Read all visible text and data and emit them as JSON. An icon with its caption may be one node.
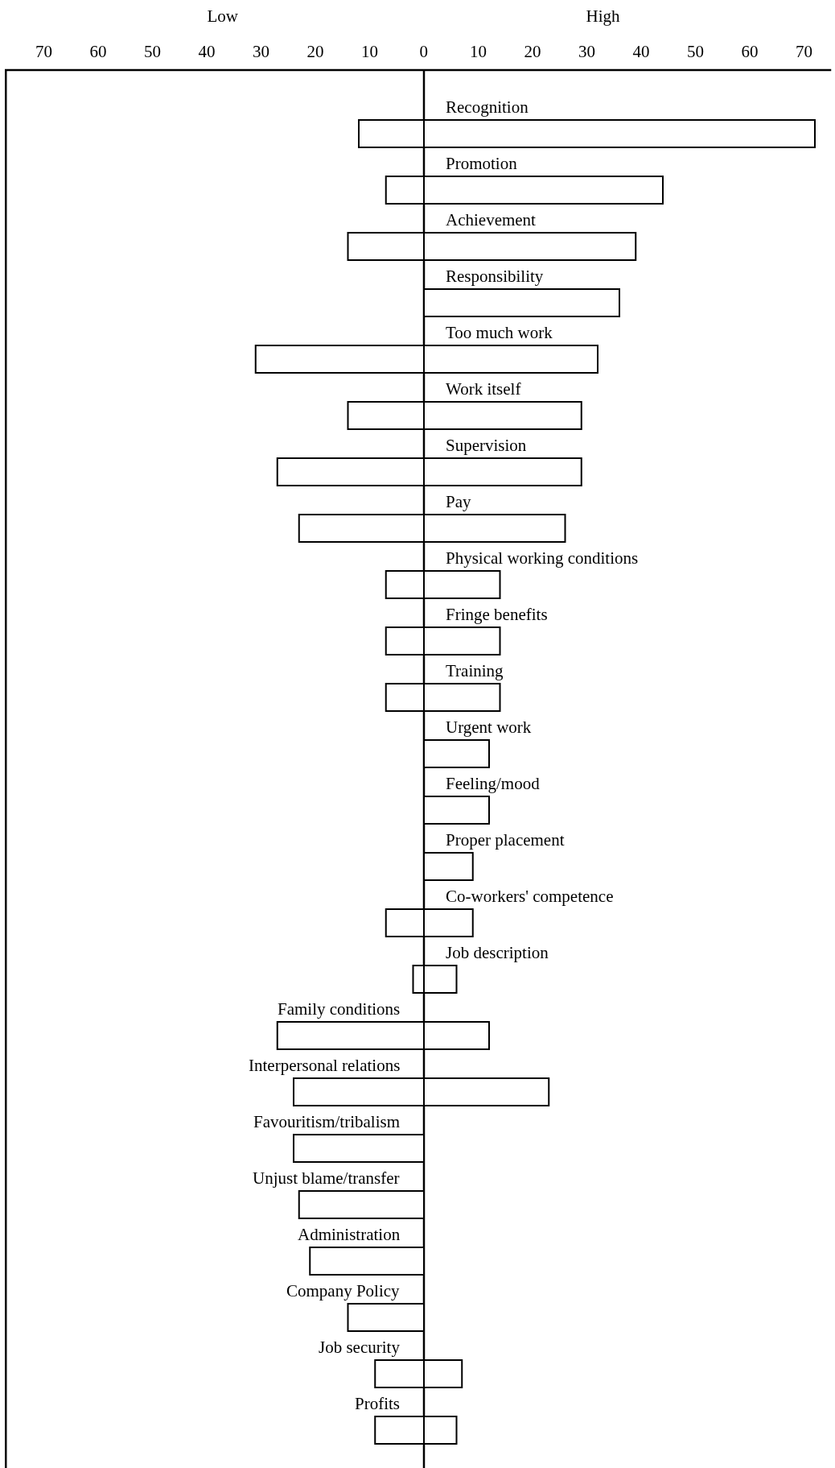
{
  "diagram": {
    "labels": [
      "Low",
      "High"
    ],
    "chart_data": {
      "type": "bar",
      "orientation": "horizontal",
      "categories": [
        "Recognition",
        "Promotion",
        "Achievement",
        "Responsibility",
        "Too much work",
        "Work itself",
        "Supervision",
        "Pay",
        "Physical working conditions",
        "Fringe benefits",
        "Training",
        "Urgent work",
        "Feeling/mood",
        "Proper placement",
        "Co-workers' competence",
        "Job description",
        "Family conditions",
        "Interpersonal relations",
        "Favouritism/tribalism",
        "Unjust blame/transfer",
        "Administration",
        "Company Policy",
        "Job security",
        "Profits"
      ],
      "series": [
        {
          "color": "#ffffff",
          "values": [
            -12,
            -7,
            -14,
            0,
            -31,
            -14,
            -27,
            -23,
            -7,
            -7,
            -7,
            0,
            0,
            0,
            -7,
            -2,
            -27,
            -24,
            -24,
            -23,
            -21,
            -14,
            -9,
            -9
          ]
        },
        {
          "color": "#ffffff",
          "values": [
            72,
            44,
            39,
            36,
            32,
            29,
            29,
            26,
            14,
            14,
            14,
            12,
            12,
            9,
            9,
            6,
            12,
            23,
            0,
            0,
            0,
            0,
            7,
            6
          ]
        }
      ],
      "xlim": [
        -77,
        75
      ],
      "xticks": [
        {
          "value": -70,
          "label": "70"
        },
        {
          "value": -60,
          "label": "60"
        },
        {
          "value": -50,
          "label": "50"
        },
        {
          "value": -40,
          "label": "40"
        },
        {
          "value": -30,
          "label": "30"
        },
        {
          "value": -20,
          "label": "20"
        },
        {
          "value": -10,
          "label": "10"
        },
        0,
        10,
        20,
        30,
        40,
        50,
        60,
        70
      ],
      "stacked": true
    }
  }
}
